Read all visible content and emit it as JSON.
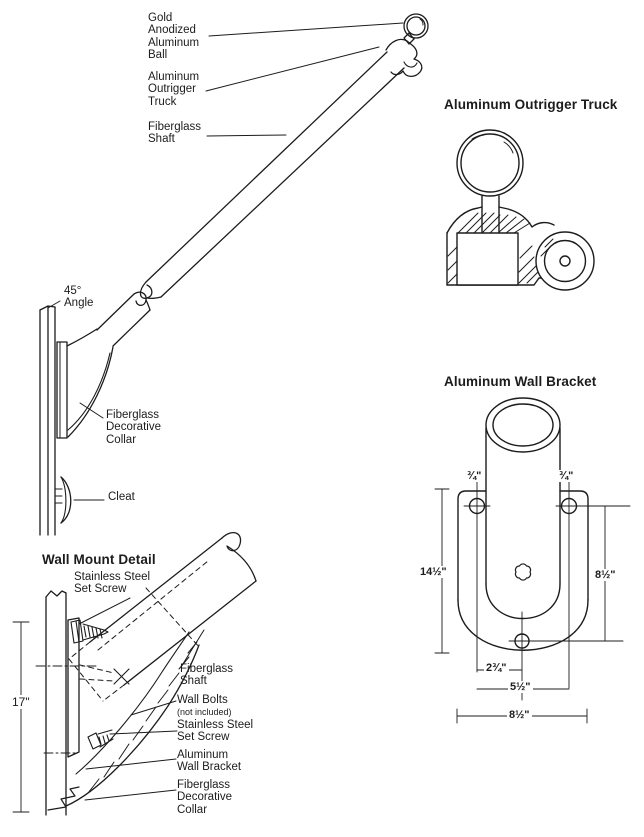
{
  "page": {
    "background": "#ffffff",
    "ink": "#1c1c1c"
  },
  "main_diagram": {
    "labels": {
      "ball": "Gold\nAnodized\nAluminum\nBall",
      "truck": "Aluminum\nOutrigger\nTruck",
      "shaft": "Fiberglass\nShaft",
      "angle": "45°\nAngle",
      "collar": "Fiberglass\nDecorative\nCollar",
      "cleat": "Cleat"
    }
  },
  "truck_detail": {
    "title": "Aluminum Outrigger Truck"
  },
  "bracket_detail": {
    "title": "Aluminum Wall Bracket",
    "dims": {
      "hole_left": "¾\"",
      "hole_right": "¾\"",
      "overall_height": "14½\"",
      "hole_height": "8½\"",
      "bottom_hole_offset": "2¾\"",
      "hole_spacing": "5½\"",
      "overall_width": "8½\""
    }
  },
  "wall_mount_detail": {
    "title": "Wall Mount Detail",
    "labels": {
      "set_screw_top": "Stainless Steel\nSet Screw",
      "shaft": "Fiberglass\nShaft",
      "wall_bolts": "Wall Bolts",
      "wall_bolts_note": "(not included)",
      "set_screw_bottom": "Stainless Steel\nSet Screw",
      "bracket": "Aluminum\nWall Bracket",
      "collar": "Fiberglass\nDecorative\nCollar",
      "height": "17\""
    }
  }
}
